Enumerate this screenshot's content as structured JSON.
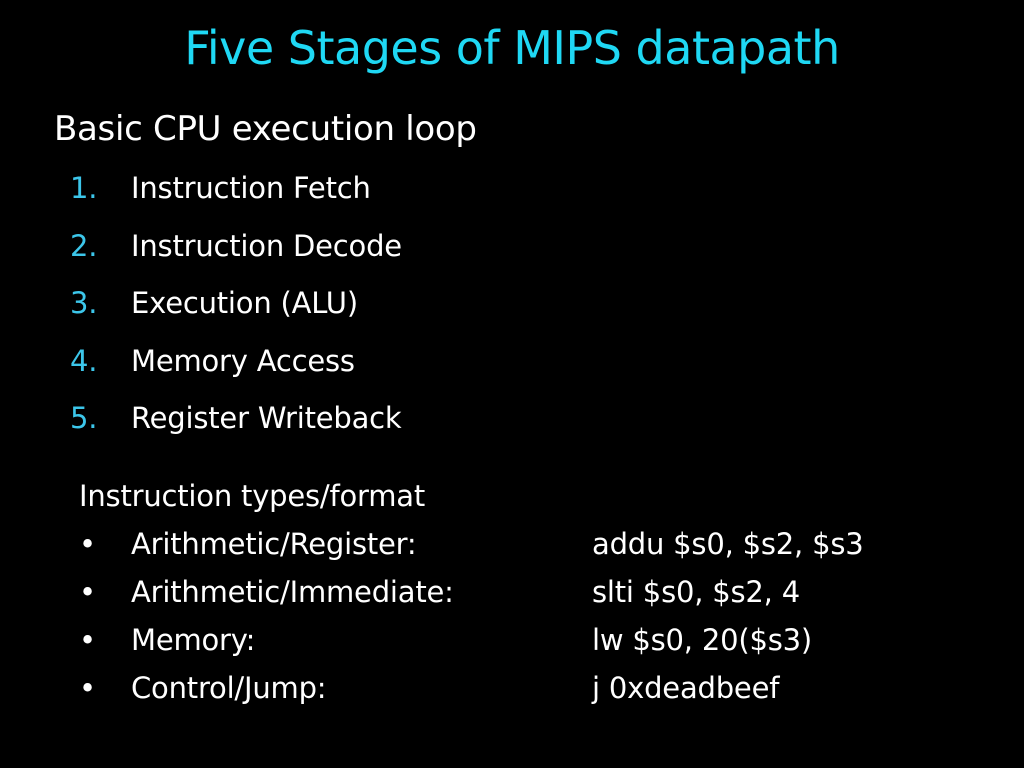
{
  "slide": {
    "title": "Five Stages of MIPS datapath",
    "subtitle": "Basic CPU execution loop",
    "steps": [
      {
        "num": "1.",
        "label": "Instruction Fetch"
      },
      {
        "num": "2.",
        "label": "Instruction Decode"
      },
      {
        "num": "3.",
        "label": "Execution (ALU)"
      },
      {
        "num": "4.",
        "label": "Memory Access"
      },
      {
        "num": "5.",
        "label": "Register Writeback"
      }
    ],
    "types_heading": "Instruction types/format",
    "types": [
      {
        "bullet": "•",
        "label": "Arithmetic/Register:",
        "example": "addu $s0, $s2, $s3"
      },
      {
        "bullet": "•",
        "label": "Arithmetic/Immediate:",
        "example": "slti $s0, $s2, 4"
      },
      {
        "bullet": "•",
        "label": "Memory:",
        "example": "lw $s0, 20($s3)"
      },
      {
        "bullet": "•",
        "label": "Control/Jump:",
        "example": "j 0xdeadbeef"
      }
    ]
  },
  "colors": {
    "background": "#000000",
    "title": "#1fd8f4",
    "list_number": "#3cc6ea",
    "text": "#ffffff"
  }
}
